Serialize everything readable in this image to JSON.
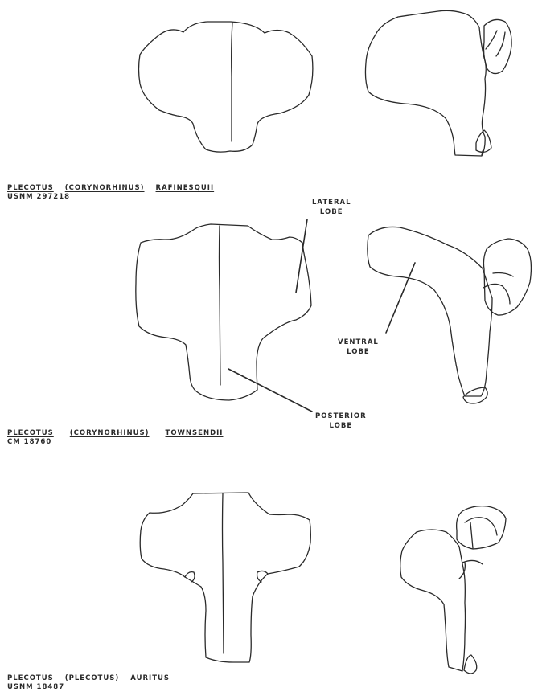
{
  "specimens": [
    {
      "genus": "PLECOTUS",
      "subgenus": "(CORYNORHINUS)",
      "species": "RAFINESQUII",
      "catalog": "USNM 297218"
    },
    {
      "genus": "PLECOTUS",
      "subgenus": "(CORYNORHINUS)",
      "species": "TOWNSENDII",
      "catalog": "CM 18760"
    },
    {
      "genus": "PLECOTUS",
      "subgenus": "(PLECOTUS)",
      "species": "AURITUS",
      "catalog": "USNM 18487"
    }
  ],
  "annotations": {
    "lateral_lobe": [
      "LATERAL",
      "LOBE"
    ],
    "ventral_lobe": [
      "VENTRAL",
      "LOBE"
    ],
    "posterior_lobe": [
      "POSTERIOR",
      "LOBE"
    ]
  }
}
